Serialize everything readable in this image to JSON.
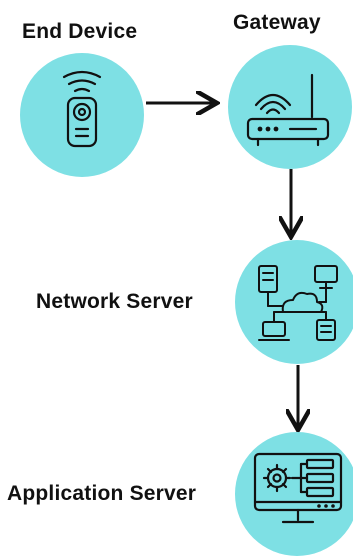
{
  "diagram": {
    "nodes": [
      {
        "id": "end-device",
        "label": "End Device",
        "icon": "remote-control-wifi-icon"
      },
      {
        "id": "gateway",
        "label": "Gateway",
        "icon": "router-icon"
      },
      {
        "id": "network-server",
        "label": "Network Server",
        "icon": "network-servers-cloud-icon"
      },
      {
        "id": "application-server",
        "label": "Application Server",
        "icon": "app-monitor-gear-icon"
      }
    ],
    "edges": [
      {
        "from": "end-device",
        "to": "gateway"
      },
      {
        "from": "gateway",
        "to": "network-server"
      },
      {
        "from": "network-server",
        "to": "application-server"
      }
    ],
    "colors": {
      "node_fill": "#7ee0e4",
      "line": "#111111",
      "text": "#111111"
    }
  }
}
